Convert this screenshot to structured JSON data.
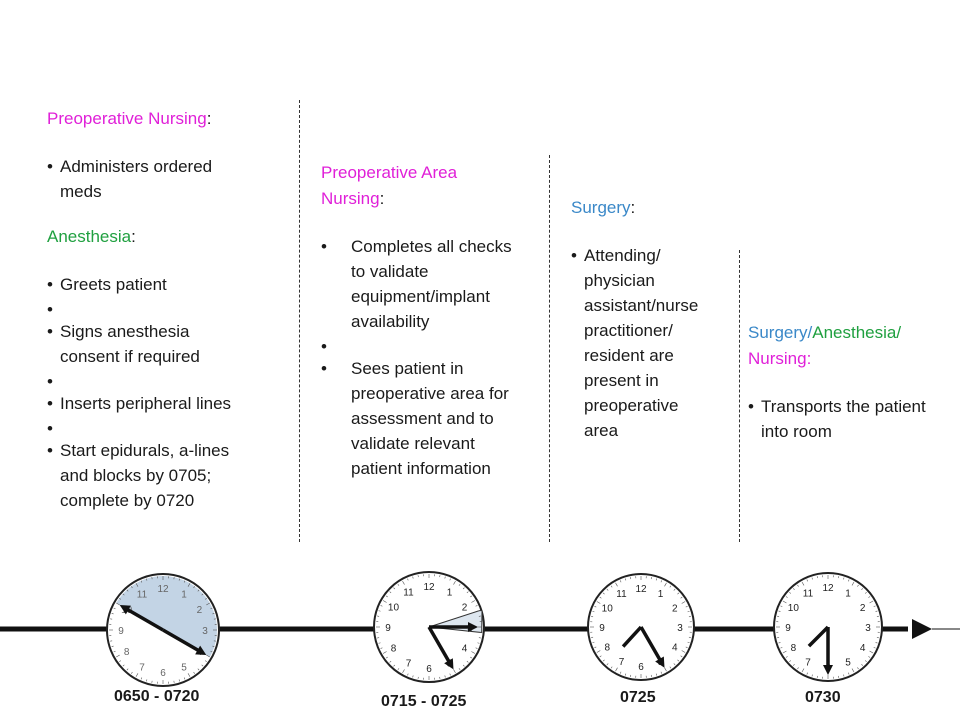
{
  "colors": {
    "nursing": "#e020d8",
    "anesthesia": "#20a040",
    "surgery": "#3a88c8"
  },
  "col1": {
    "nursing_heading": "Preoperative Nursing",
    "nursing_items": [
      "Administers ordered meds"
    ],
    "anesthesia_heading": "Anesthesia",
    "anesthesia_items": [
      "Greets patient",
      "Signs anesthesia consent if required",
      "Inserts peripheral lines",
      "Start epidurals, a-lines and blocks by 0705; complete by 0720"
    ]
  },
  "col2": {
    "heading_line1": "Preoperative Area",
    "heading_line2": "Nursing",
    "items": [
      "Completes all checks to validate equipment/implant availability",
      "Sees patient in preoperative area for assessment and to validate relevant patient information"
    ]
  },
  "col3": {
    "heading": "Surgery",
    "items": [
      "Attending/ physician assistant/nurse practitioner/ resident are present in preoperative area"
    ]
  },
  "col4": {
    "heading_part1": "Surgery/",
    "heading_part2": "Anesthesia/",
    "heading_part3": "Nursing:",
    "items": [
      "Transports the patient into room"
    ]
  },
  "clocks": [
    {
      "label": "0650 - 0720",
      "hands": [
        {
          "to": 50
        },
        {
          "to": 20
        }
      ]
    },
    {
      "label": "0715 - 0725",
      "hands": [
        {
          "to": 15
        },
        {
          "to": 25
        }
      ]
    },
    {
      "label": "0725",
      "hands": [
        {
          "to": 25
        }
      ]
    },
    {
      "label": "0730",
      "hands": [
        {
          "to": 30
        }
      ]
    }
  ],
  "colon": ":"
}
